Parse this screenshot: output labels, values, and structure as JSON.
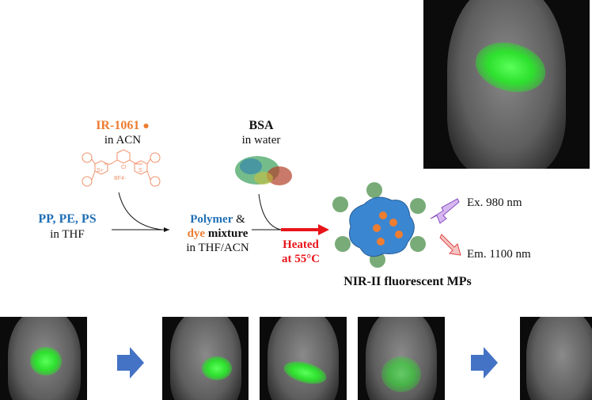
{
  "dye": {
    "name": "IR-1061",
    "solvent": "in ACN",
    "structure_labels": [
      "S+",
      "Cl",
      "BF4-",
      "S"
    ]
  },
  "bsa": {
    "name": "BSA",
    "solvent": "in water"
  },
  "polymers": {
    "name": "PP, PE, PS",
    "solvent": "in THF"
  },
  "mixture": {
    "line1_a": "Polymer",
    "line1_b": "&",
    "line2_a": "dye",
    "line2_b": "mixture",
    "line3": "in THF/ACN"
  },
  "heat": {
    "line1": "Heated",
    "line2": "at 55°C"
  },
  "particle": {
    "label": "NIR-II fluorescent MPs"
  },
  "excitation": {
    "label": "Ex. 980 nm"
  },
  "emission": {
    "label": "Em. 1100 nm"
  },
  "colors": {
    "polymer": "#1f6fb5",
    "dye": "#ed7d31",
    "heat": "#e8141a",
    "particle": "#3a86d1",
    "fluorescence": "#3cf03c",
    "flow_arrow": "#4472c4"
  }
}
